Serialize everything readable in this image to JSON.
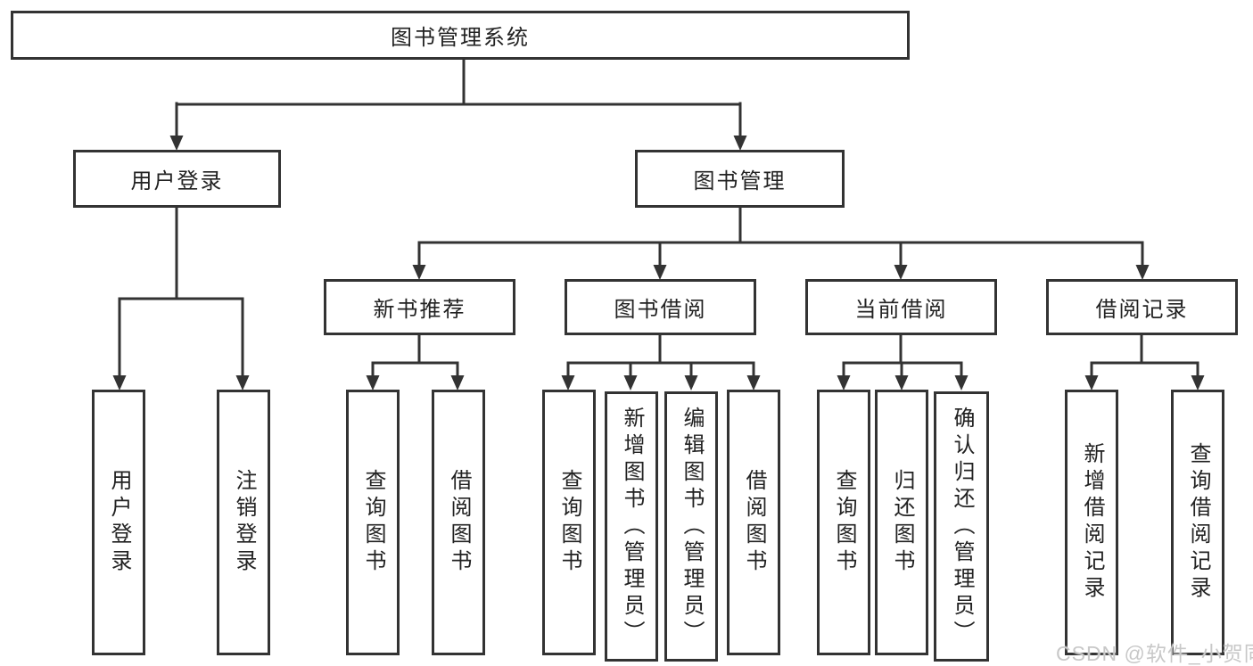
{
  "tree": {
    "root": "图书管理系统",
    "branches": [
      {
        "label": "用户登录",
        "children": [
          "用户登录",
          "注销登录"
        ]
      },
      {
        "label": "图书管理",
        "children": [
          {
            "label": "新书推荐",
            "children": [
              "查询图书",
              "借阅图书"
            ]
          },
          {
            "label": "图书借阅",
            "children": [
              "查询图书",
              "新增图书（管理员）",
              "编辑图书（管理员）",
              "借阅图书"
            ]
          },
          {
            "label": "当前借阅",
            "children": [
              "查询图书",
              "归还图书",
              "确认归还（管理员）"
            ]
          },
          {
            "label": "借阅记录",
            "children": [
              "新增借阅记录",
              "查询借阅记录"
            ]
          }
        ]
      }
    ]
  },
  "watermark": "CSDN @软件_小贺同学",
  "colors": {
    "line": "#333333",
    "text": "#222222",
    "background": "#ffffff",
    "watermark": "#c8c8c8"
  }
}
